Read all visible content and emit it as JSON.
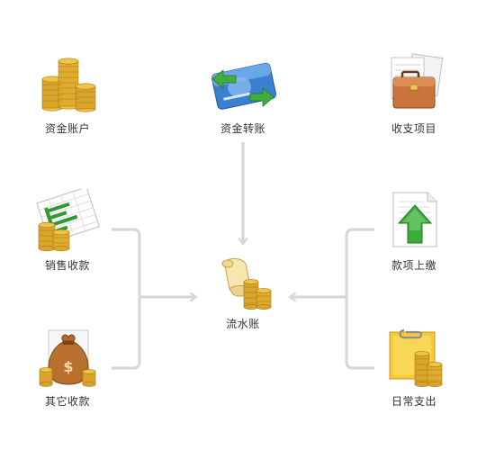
{
  "nodes": {
    "capital_account": "资金账户",
    "capital_transfer": "资金转账",
    "income_expense_items": "收支项目",
    "sales_receipt": "销售收款",
    "ledger": "流水账",
    "payment": "款项上缴",
    "other_receipt": "其它收款",
    "daily_expense": "日常支出"
  },
  "icons": {
    "capital_account": "gold-coin-stacks-icon",
    "capital_transfer": "bank-card-transfer-icon",
    "income_expense_items": "briefcase-documents-icon",
    "sales_receipt": "spreadsheet-coins-icon",
    "ledger": "scroll-coins-icon",
    "payment": "upload-arrow-document-icon",
    "other_receipt": "money-bag-icon",
    "daily_expense": "folder-clip-coins-icon"
  },
  "colors": {
    "connector": "#d6d6d6",
    "text": "#333333",
    "gold": "#e8b530",
    "green": "#3cab3c"
  }
}
